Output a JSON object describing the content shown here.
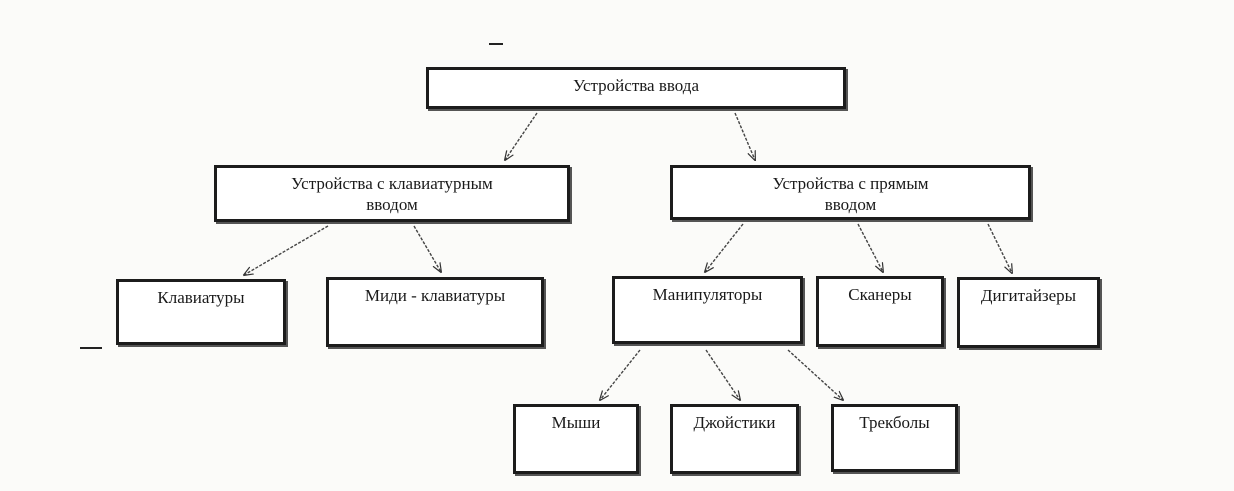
{
  "diagram": {
    "root": {
      "label": "Устройства ввода"
    },
    "keyboard_input": {
      "label": "Устройства с клавиатурным\nвводом"
    },
    "direct_input": {
      "label": "Устройства с прямым\nвводом"
    },
    "keyboards": {
      "label": "Клавиатуры"
    },
    "midi_keyboards": {
      "label": "Миди - клавиатуры"
    },
    "manipulators": {
      "label": "Манипуляторы"
    },
    "scanners": {
      "label": "Сканеры"
    },
    "digitizers": {
      "label": "Дигитайзеры"
    },
    "mice": {
      "label": "Мыши"
    },
    "joysticks": {
      "label": "Джойстики"
    },
    "trackballs": {
      "label": "Трекболы"
    }
  },
  "edges": [
    [
      "root",
      "keyboard_input"
    ],
    [
      "root",
      "direct_input"
    ],
    [
      "keyboard_input",
      "keyboards"
    ],
    [
      "keyboard_input",
      "midi_keyboards"
    ],
    [
      "direct_input",
      "manipulators"
    ],
    [
      "direct_input",
      "scanners"
    ],
    [
      "direct_input",
      "digitizers"
    ],
    [
      "manipulators",
      "mice"
    ],
    [
      "manipulators",
      "joysticks"
    ],
    [
      "manipulators",
      "trackballs"
    ]
  ]
}
